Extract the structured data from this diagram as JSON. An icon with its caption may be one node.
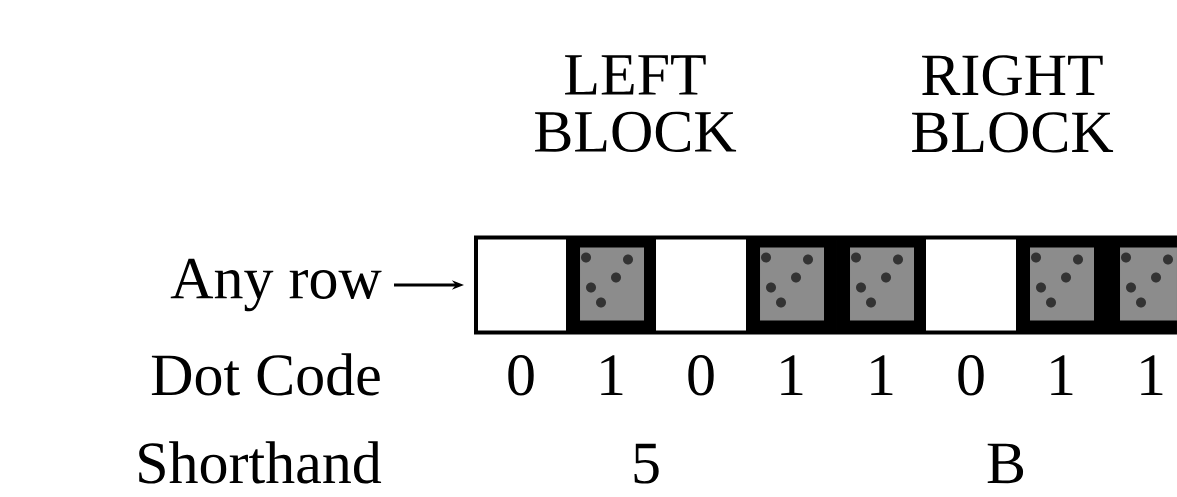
{
  "diagram": {
    "nodes": [
      {
        "text": [
          "Any row"
        ]
      },
      {
        "text": [],
        "shape": "bar"
      }
    ],
    "edges": [
      {
        "from": 0,
        "to": 1,
        "arrow": "to"
      }
    ],
    "labels": [
      "LEFT BLOCK",
      "RIGHT BLOCK",
      "Dot Code",
      "0",
      "1",
      "0",
      "1",
      "1",
      "0",
      "1",
      "1",
      "Shorthand",
      "5",
      "B"
    ]
  }
}
